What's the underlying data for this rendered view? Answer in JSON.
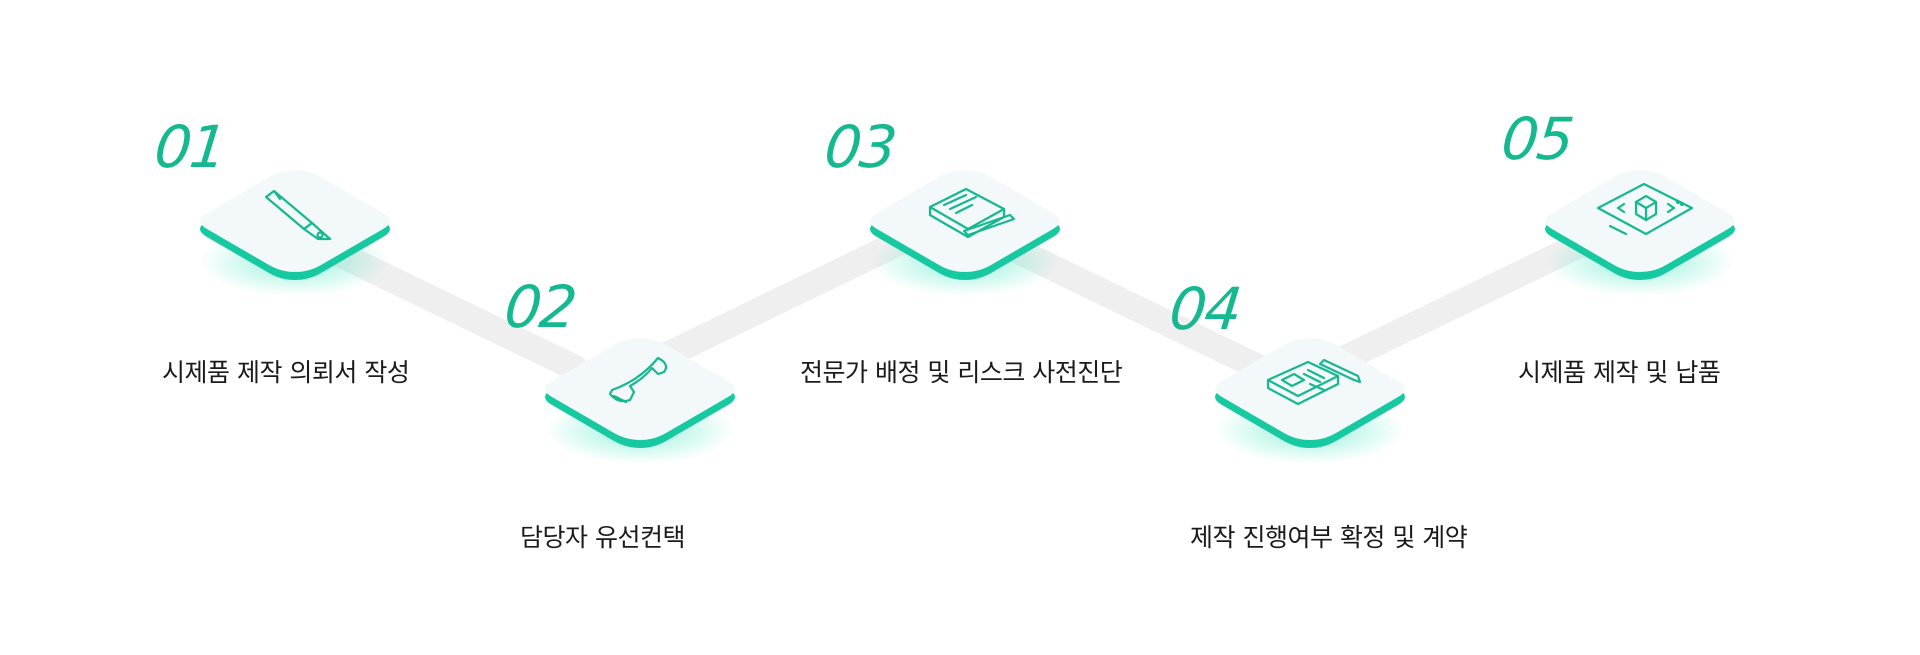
{
  "colors": {
    "accent": "#16c9a1",
    "number": "#16b890",
    "tile_face": "#f3f9fa",
    "connector": "#efefef",
    "label": "#1b1b1b"
  },
  "steps": [
    {
      "number": "01",
      "label": "시제품 제작 의뢰서 작성",
      "icon": "fountain-pen-icon"
    },
    {
      "number": "02",
      "label": "담당자 유선컨택",
      "icon": "telephone-icon"
    },
    {
      "number": "03",
      "label": "전문가 배정 및 리스크 사전진단",
      "icon": "document-pencil-icon"
    },
    {
      "number": "04",
      "label": "제작 진행여부 확정 및 계약",
      "icon": "blueprint-pencil-icon"
    },
    {
      "number": "05",
      "label": "시제품 제작 및 납품",
      "icon": "3d-cube-tablet-icon"
    }
  ]
}
